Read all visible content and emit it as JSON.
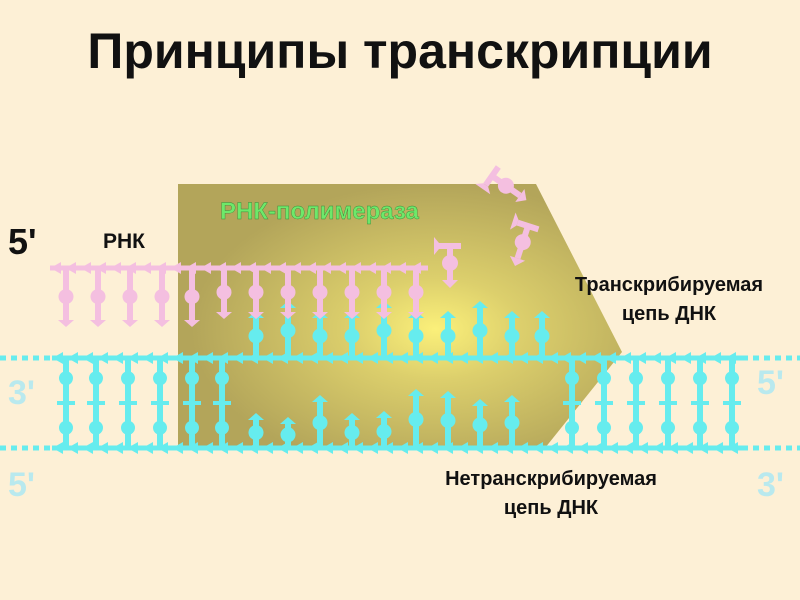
{
  "title": "Принципы транскрипции",
  "labels": {
    "rna": "РНК",
    "polymerase": "РНК-полимераза",
    "template_strand": [
      "Транскрибируемая",
      "цепь ДНК"
    ],
    "coding_strand": [
      "Нетранскрибируемая",
      "цепь ДНК"
    ],
    "end_5_rna": "5'",
    "end_3_left": "3'",
    "end_5_left": "5'",
    "end_5_right": "5'",
    "end_3_right": "3'"
  },
  "colors": {
    "background": "#fdf0d6",
    "dna": "#66ecee",
    "rna": "#f4bfe0",
    "polymerase": "#b7a95a",
    "polymerase_label": "#6ee86a",
    "end_labels": "#b9e9ee"
  }
}
